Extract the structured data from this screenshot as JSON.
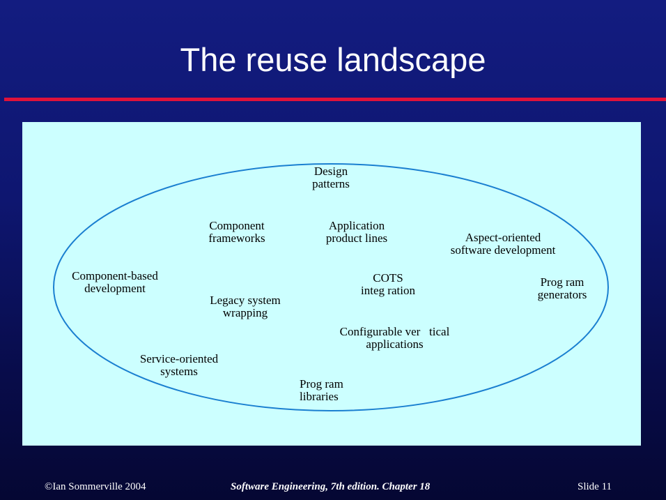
{
  "slide": {
    "title": "The reuse landscape",
    "accent_color": "#e0123a",
    "background_color": "#0e1670",
    "panel_color": "#ccffff"
  },
  "diagram": {
    "labels": {
      "design_patterns": [
        "Design",
        "patterns"
      ],
      "component_frameworks": [
        "Component",
        "frameworks"
      ],
      "application_product_lines": [
        "Application",
        "product lines"
      ],
      "aspect_oriented": [
        "Aspect-oriented",
        "software development"
      ],
      "component_based": [
        "Component-based",
        "development"
      ],
      "cots_integration": [
        "COTS",
        "integ ration"
      ],
      "program_generators": [
        "Prog ram",
        "generators"
      ],
      "legacy_wrapping": [
        "Legacy system",
        "wrapping"
      ],
      "configurable_vertical": [
        "Configurable ver   tical",
        "applications"
      ],
      "service_oriented": [
        "Service-oriented",
        "systems"
      ],
      "program_libraries": [
        "Prog ram",
        "libraries"
      ]
    }
  },
  "footer": {
    "copyright": "©Ian Sommerville  2004",
    "book": "Software Engineering, 7th edition. Chapter 18",
    "slide": "Slide  11"
  }
}
